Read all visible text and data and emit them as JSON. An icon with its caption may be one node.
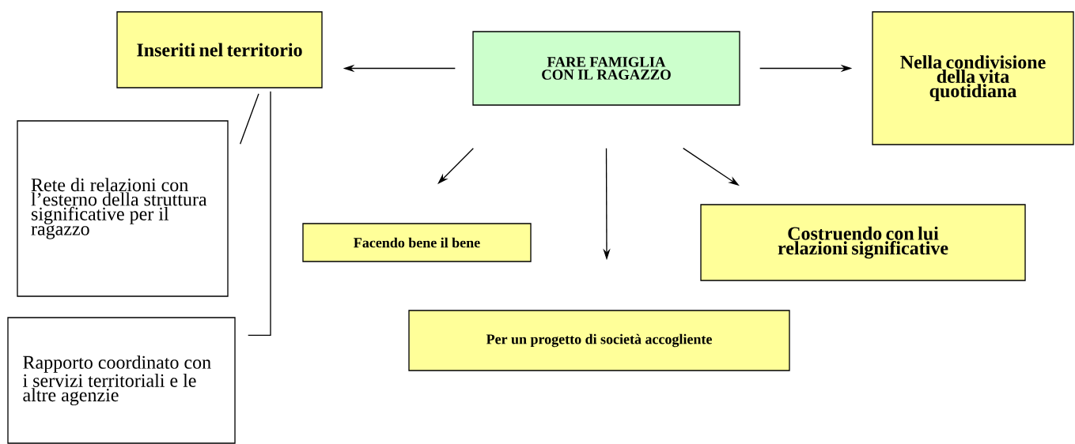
{
  "diagram": {
    "nodes": [
      {
        "text": [
          "Inseriti nel territorio"
        ]
      },
      {
        "text": [
          "FARE FAMIGLIA CON IL RAGAZZO"
        ]
      },
      {
        "text": [
          "Nella condivisione della vita quotidiana"
        ]
      },
      {
        "text": [
          "Rete di relazioni con l’esterno della struttura significative per il ragazzo"
        ]
      },
      {
        "text": [
          "Rapporto coordinato con i servizi territoriali e le altre agenzie"
        ]
      },
      {
        "text": [
          "Facendo bene il bene"
        ]
      },
      {
        "text": [
          "Costruendo con lui relazioni significative"
        ]
      },
      {
        "text": [
          "Per un progetto di società accogliente"
        ]
      }
    ],
    "edges": [
      {
        "from": 1,
        "to": 0,
        "arrow": "to"
      },
      {
        "from": 1,
        "to": 2,
        "arrow": "to"
      },
      {
        "from": 1,
        "to": 5,
        "arrow": "to"
      },
      {
        "from": 1,
        "to": 7,
        "arrow": "to"
      },
      {
        "from": 1,
        "to": 6,
        "arrow": "to"
      },
      {
        "from": 0,
        "to": 3,
        "arrow": "none"
      },
      {
        "from": 0,
        "to": 4,
        "arrow": "none"
      }
    ]
  }
}
